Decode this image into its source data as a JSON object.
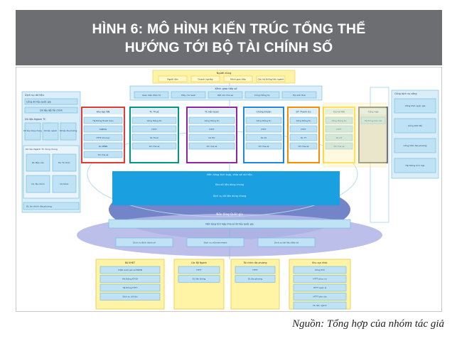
{
  "title": {
    "line1": "HÌNH 6: MÔ HÌNH KIẾN TRÚC TỔNG THỂ",
    "line2": "HƯỚNG TỚI BỘ TÀI CHÍNH SỐ"
  },
  "source": "Nguồn: Tổng hợp của nhóm tác giả",
  "diagram": {
    "top_users": {
      "title": "Người dùng",
      "items": [
        "Người dân",
        "Doanh nghiệp",
        "Kênh giao tiếp",
        "Các hệ thống liên ngành"
      ]
    },
    "channels": {
      "title": "Kênh giao tiếp số",
      "items": [
        "Giao diện điện tử",
        "Máy chủ web",
        "Kết nối chia sẻ",
        "Cổng thông tin",
        "Hệ sinh thái"
      ]
    },
    "left_panel": {
      "title": "Dịch vụ dữ liệu",
      "portal": "Cổng dữ liệu quốc gia",
      "sub": "Dữ liệu Bộ Tài chính",
      "group": "Dữ liệu Ngành TC",
      "cells": [
        "Dữ liệu dùng chung",
        "Dữ liệu ngành",
        "Dữ liệu địa phương"
      ],
      "group2": "Dữ liệu Ngành TC dùng chung",
      "cells2": [
        "DL Báo cáo",
        "DL Tổ chức",
        "DL Tài chính",
        "DL Khác"
      ],
      "footer": "DL tài chính địa phương"
    },
    "right_panel": {
      "title": "Cổng dịch vụ công",
      "items": [
        "Cổng DVC quốc gia",
        "Cổng DVC Bộ",
        "Cổng DVC địa phương",
        "Hệ thống tích hợp"
      ]
    },
    "agencies": [
      {
        "title": "Kho bạc NN",
        "color": "#e53935",
        "rows": [
          "Hệ thống thanh toán",
          "TABMIS",
          "HTTT kho bạc",
          "DL KBNN",
          "DV chia sẻ"
        ]
      },
      {
        "title": "TC Thuế",
        "color": "#009688",
        "rows": [
          "Cổng thông tin",
          "HTTT",
          "DL Thuế",
          "DV chia sẻ"
        ]
      },
      {
        "title": "TC Hải Quan",
        "color": "#8e24aa",
        "rows": [
          "Cổng thông tin",
          "HTTT",
          "DL HQ",
          "DV chia sẻ"
        ]
      },
      {
        "title": "Chứng khoán",
        "color": "#1e88e5",
        "rows": [
          "Cổng thông tin",
          "HTTT",
          "DL CK",
          "DV chia sẻ"
        ]
      },
      {
        "title": "DT Thanh tra",
        "color": "#fb8c00",
        "rows": [
          "Cổng thông tin",
          "HTTT",
          "DL TT",
          "DV chia sẻ"
        ]
      },
      {
        "title": "Dự trữ NN",
        "color": "#fdd835",
        "rows": [
          "Cổng thông tin",
          "HTTT",
          "DL DT",
          "DV chia sẻ"
        ]
      },
      {
        "title": "Tổng hợp",
        "color": "#757575",
        "rows": [
          "Hệ thống báo cáo"
        ]
      }
    ],
    "platform_blob": {
      "title": "Nền tảng tích hợp, chia sẻ dữ liệu",
      "rows": [
        "Kho dữ liệu dùng chung",
        "Dịch vụ dữ liệu dùng chung"
      ]
    },
    "national_blob": {
      "title": "Nền tảng Quốc gia",
      "bar": "Nền tảng tích hợp chia sẻ dữ liệu quốc gia",
      "items": [
        "Dịch vụ định danh số",
        "Dịch vụ eGovernment",
        "Dịch vụ tài liệu điện tử"
      ]
    },
    "bottom_groups": [
      {
        "title": "Bộ KHĐT",
        "rows": [
          "CSDL quốc gia về ĐKDN",
          "Hệ thống KT-XH",
          "Hệ thống HTTT",
          "Dịch vụ dữ liệu"
        ]
      },
      {
        "title": "Các Bộ Ngành",
        "rows": [
          "HTTT",
          "DL liên thông"
        ]
      },
      {
        "title": "Tài chính địa phương",
        "rows": [
          "HTTT",
          "DL địa phương"
        ]
      },
      {
        "title": "Khu vực khác",
        "rows": [
          "Cổng DVC",
          "HTTT phục vụ",
          "HTTT quản lý",
          "HTTT báo cáo",
          "DL liên ngành"
        ]
      }
    ],
    "colors": {
      "box_fill": "#bfe3f4",
      "box_stroke": "#6fb7dc",
      "panel_fill": "#d9eef8",
      "yellow": "#fff3a6",
      "blob_dark": "#5a6fc0",
      "blob_light": "#b4b8e8",
      "core": "#1aa0e0"
    }
  }
}
